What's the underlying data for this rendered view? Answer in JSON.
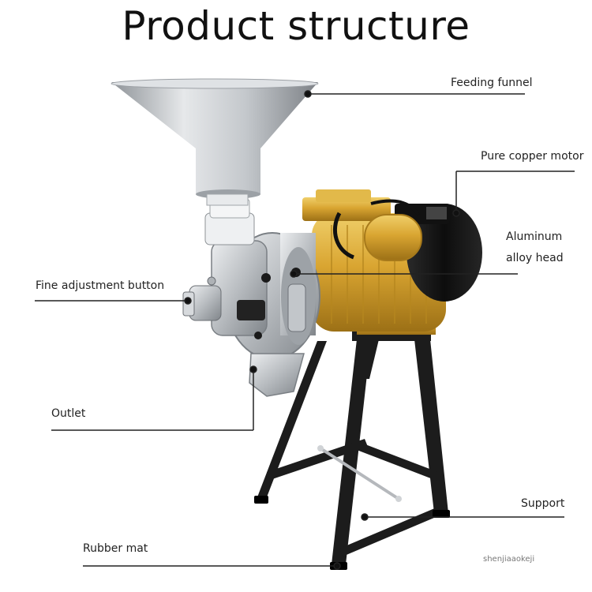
{
  "title": "Product structure",
  "callouts": {
    "feeding_funnel": "Feeding funnel",
    "pure_copper_motor": "Pure copper motor",
    "aluminum_alloy_head_line1": "Aluminum",
    "aluminum_alloy_head_line2": "alloy head",
    "fine_adjustment_button": "Fine adjustment button",
    "outlet": "Outlet",
    "support": "Support",
    "rubber_mat": "Rubber mat"
  },
  "watermark": "shenjiaaokeji",
  "colors": {
    "motor_gold": "#d9a531",
    "motor_black": "#141414",
    "aluminum": "#c8ccd0",
    "stand_black": "#1c1c1c",
    "leader_line": "#222222"
  }
}
